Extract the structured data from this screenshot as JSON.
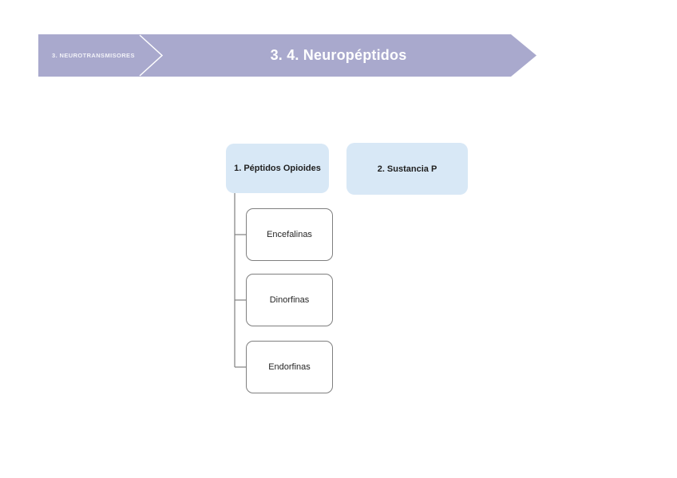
{
  "page": {
    "background_color": "#ffffff"
  },
  "header": {
    "breadcrumb": "3. NEUROTRANSMISORES",
    "title": "3. 4. Neuropéptidos",
    "banner_color": "#a9a9cd",
    "text_color": "#ffffff"
  },
  "diagram": {
    "parent_nodes": [
      {
        "label": "1. Péptidos Opioides",
        "fill": "#d8e8f6"
      },
      {
        "label": "2. Sustancia P",
        "fill": "#d8e8f6"
      }
    ],
    "child_nodes": [
      {
        "label": "Encefalinas"
      },
      {
        "label": "Dinorfinas"
      },
      {
        "label": "Endorfinas"
      }
    ],
    "colors": {
      "child_border": "#7f7f7f",
      "connector": "#808080",
      "node_text": "#1f1f1f"
    }
  }
}
